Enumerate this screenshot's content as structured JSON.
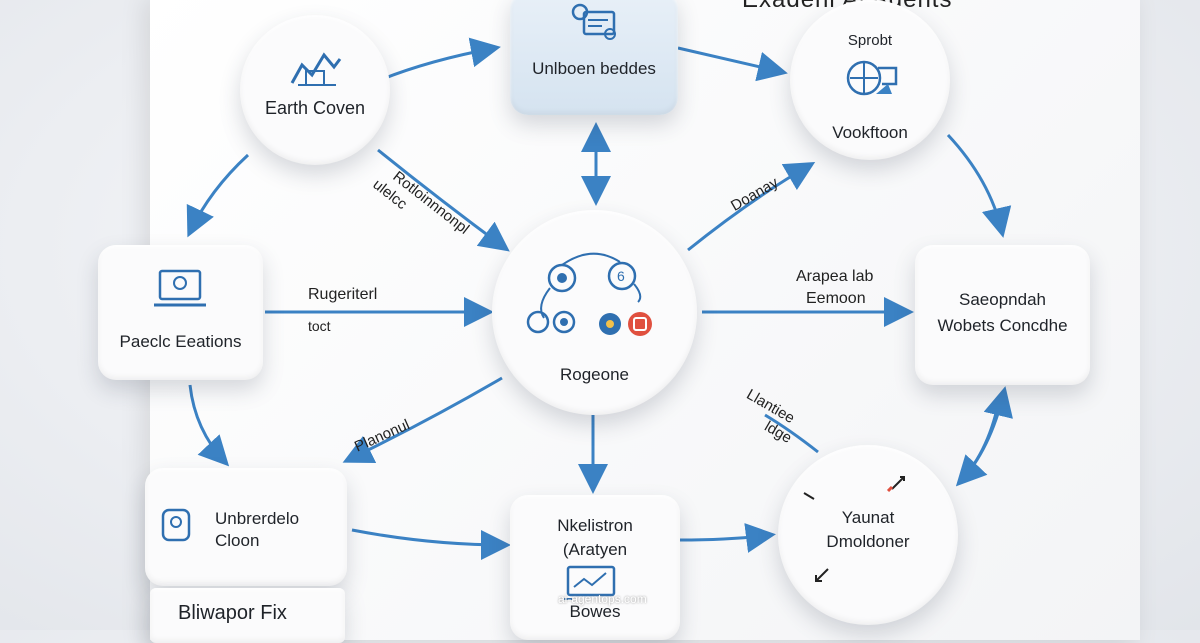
{
  "title": "Exadeni Ai Adents",
  "nodes": {
    "earth_coven": "Earth Coven",
    "unboen_bedes": "Unlboen beddes",
    "workflow_top_small": "Sprobt",
    "workflow": "Vookftoon",
    "people_exceptions": "Paeclc Eeations",
    "center": "Rogeone",
    "right_mid_1": "Saeopndah",
    "right_mid_2": "Wobets Concdhe",
    "bottom_left_1": "Unbrerdelo",
    "bottom_left_2": "Cloon",
    "bottom_left_tab": "Bliwapor Fix",
    "bottom_mid_1": "Nkelistron",
    "bottom_mid_2": "(Aratyen",
    "bottom_mid_3": "Bowes",
    "bottom_right_1": "Yaunat",
    "bottom_right_2": "Dmoldoner"
  },
  "edge_labels": {
    "diag_1": "Rotloinnnonpl",
    "diag_2": "ulelcc",
    "diag_3": "Doanay",
    "left_1": "Rugeriterl",
    "left_2": "toct",
    "right_1": "Arapea lab",
    "right_2": "Eemoon",
    "bottom_left": "Planonul",
    "bottom_right_1": "Llantiee",
    "bottom_right_2": "ldge"
  },
  "watermark": "ai-agentops.com",
  "colors": {
    "arrow": "#3b82c4",
    "accent_red": "#e0503f",
    "node_blue_tint": "#dbe7f3"
  }
}
